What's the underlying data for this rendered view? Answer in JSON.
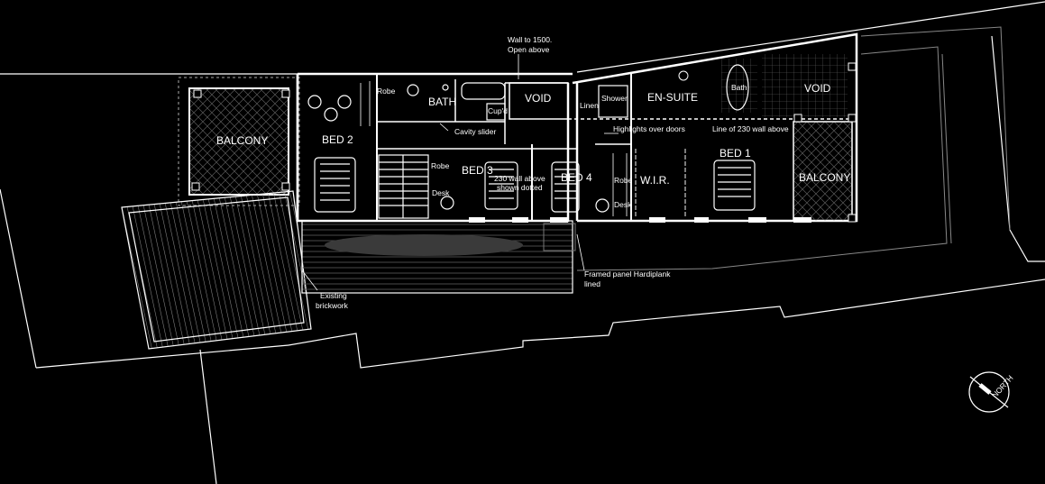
{
  "plan": {
    "rooms": {
      "balcony_left": "BALCONY",
      "bed2": "BED 2",
      "bath": "BATH",
      "void_center": "VOID",
      "bed3": "BED 3",
      "bed4": "BED 4",
      "en_suite": "EN-SUITE",
      "void_right": "VOID",
      "wir": "W.I.R.",
      "bed1": "BED 1",
      "balcony_right": "BALCONY"
    },
    "fixtures": {
      "robe_bed2": "Robe",
      "robe_bed3": "Robe",
      "robe_bed4": "Robe",
      "desk_bed3": "Desk",
      "desk_bed4": "Desk",
      "cupd": "Cup'd",
      "linen": "Linen",
      "shower": "Shower",
      "bath_tub": "Bath"
    },
    "notes": {
      "wall_line1": "Wall to 1500.",
      "wall_line2": "Open above",
      "cavity_slider": "Cavity slider",
      "highlights": "Highlights over doors",
      "line_wall": "Line of 230 wall above",
      "wall_above_line1": "230 wall above",
      "wall_above_line2": "shown dotted",
      "framed_line1": "Framed panel Hardiplank",
      "framed_line2": "lined",
      "existing_line1": "Existing",
      "existing_line2": "brickwork"
    },
    "north": "NORTH"
  }
}
